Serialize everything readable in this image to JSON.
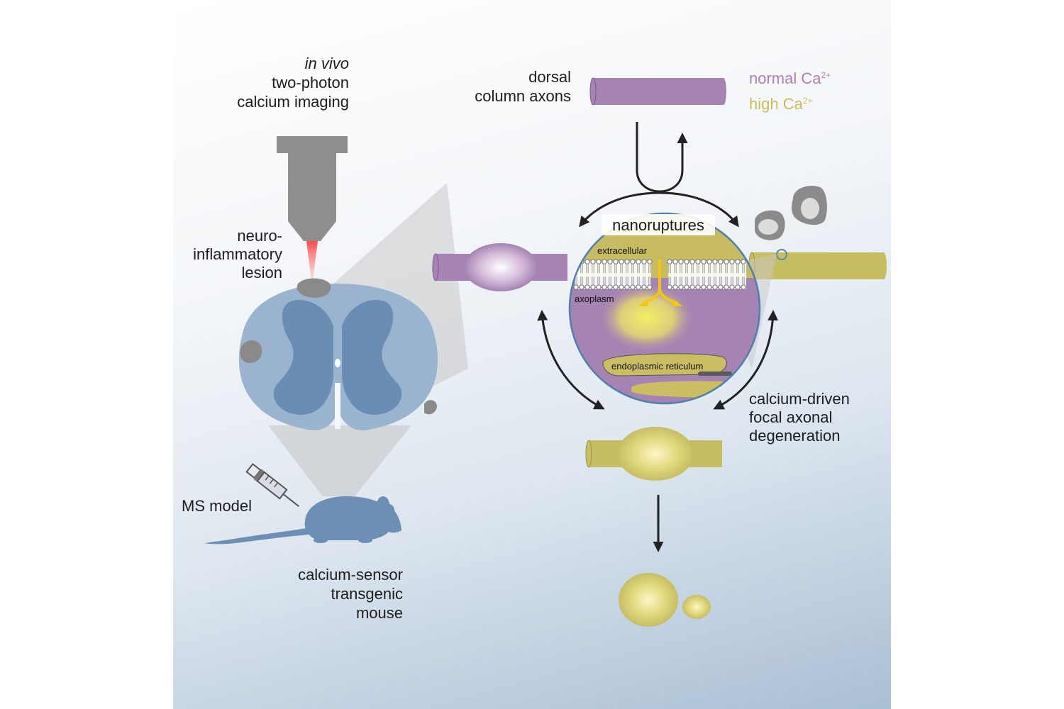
{
  "left": {
    "imaging_label": [
      "in vivo",
      "two-photon",
      "calcium imaging"
    ],
    "lesion_label": [
      "neuro-",
      "inflammatory",
      "lesion"
    ],
    "model_label": "MS model",
    "mouse_label": [
      "calcium-sensor",
      "transgenic",
      "mouse"
    ]
  },
  "right": {
    "axon_label": [
      "dorsal",
      "column axons"
    ],
    "legend": {
      "normal": {
        "text": "normal Ca",
        "sup": "2+",
        "color": "#b07fb6"
      },
      "high": {
        "text": "high Ca",
        "sup": "2+",
        "color": "#c8bd57"
      }
    },
    "nanoruptures": "nanoruptures",
    "inset": {
      "extracellular": "extracellular",
      "axoplasm": "axoplasm",
      "er": "endoplasmic reticulum"
    },
    "degeneration_label": [
      "calcium-driven",
      "focal axonal",
      "degeneration"
    ]
  },
  "colors": {
    "purple": "#a583b2",
    "yellow": "#c7bd62",
    "cord_outer": "#9ab3cf",
    "cord_inner": "#6a8db4",
    "mouse": "#6d8fb5",
    "arrow": "#222222"
  }
}
